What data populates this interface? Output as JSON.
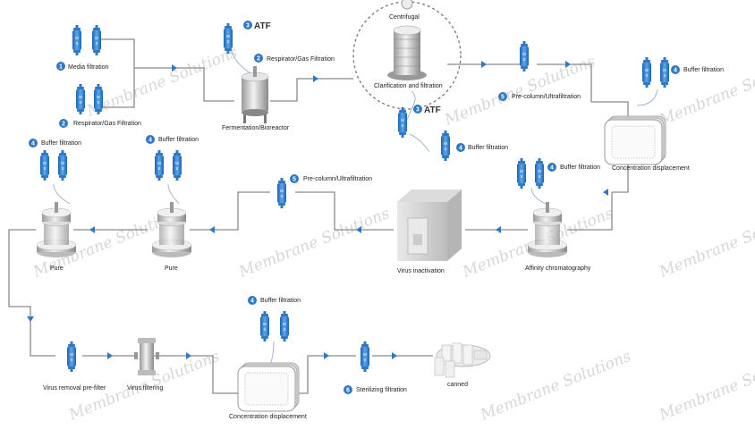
{
  "watermark": "Membrane Solutions",
  "colors": {
    "accent": "#2f78c4",
    "line": "#7d7d7d",
    "filter": "#3a86d4"
  },
  "filter_text": "MS",
  "steps": {
    "media_filtration": {
      "num": "1",
      "label": "Media filtration"
    },
    "resp_gas_1": {
      "num": "2",
      "label": "Respirator/Gas Filtration"
    },
    "resp_gas_2": {
      "num": "2",
      "label": "Respirator/Gas Filtration"
    },
    "atf_1": {
      "num": "3",
      "label": "ATF"
    },
    "atf_2": {
      "num": "3",
      "label": "ATF"
    },
    "fermentation": {
      "label": "Fermentation/Bioreactor"
    },
    "centrifugal": {
      "label": "Centrifugal"
    },
    "clarification": {
      "label": "Clarification and filtration"
    },
    "buffer_clar": {
      "num": "4",
      "label": "Buffer filtration"
    },
    "precolumn_1": {
      "num": "5",
      "label": "Pre-column/Ultrafiltration"
    },
    "buffer_top_right": {
      "num": "4",
      "label": "Buffer filtration"
    },
    "concentration_1": {
      "label": "Concentration displacement"
    },
    "buffer_affinity": {
      "num": "4",
      "label": "Buffer filtration"
    },
    "affinity": {
      "label": "Affinity chromatography"
    },
    "virus_inactivation": {
      "label": "Virus inactivation"
    },
    "precolumn_2": {
      "num": "5",
      "label": "Pre-column/Ultrafiltration"
    },
    "buffer_pure_2": {
      "num": "4",
      "label": "Buffer filtration"
    },
    "pure_2": {
      "label": "Pure"
    },
    "buffer_pure_1": {
      "num": "4",
      "label": "Buffer filtration"
    },
    "pure_1": {
      "label": "Pure"
    },
    "virus_prefilter": {
      "label": "Virus removal pre-filter"
    },
    "virus_filtering": {
      "label": "Virus filtering"
    },
    "buffer_conc_2": {
      "num": "4",
      "label": "Buffer filtration"
    },
    "concentration_2": {
      "label": "Concentration displacement"
    },
    "sterilizing": {
      "num": "6",
      "label": "Sterilizing filtration"
    },
    "canned": {
      "label": "canned"
    }
  }
}
